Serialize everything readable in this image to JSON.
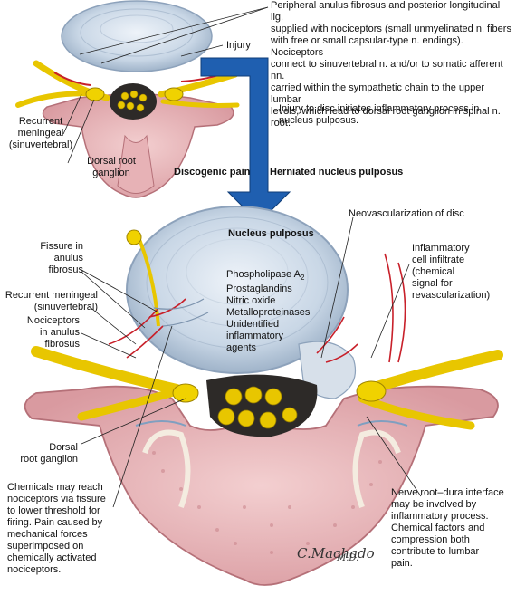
{
  "colors": {
    "disc": "#c9d7e6",
    "disc_ring": "#9fb3c9",
    "nerve": "#e8c600",
    "nerve_dark": "#b89a00",
    "bone": "#e9b7b9",
    "bone_dark": "#c9838a",
    "cortex": "#f4ece0",
    "vessel": "#c8202a",
    "arrow": "#1f5fb0",
    "dura": "#2d2a28"
  },
  "labels": {
    "peripheral_anulus": "Peripheral anulus fibrosus and posterior longitudinal lig.\nsupplied with nociceptors (small unmyelinated n. fibers\nwith free or small capsular-type n. endings). Nociceptors\nconnect to sinuvertebral n. and/or to somatic afferent nn.\ncarried within the sympathetic chain to the upper lumbar\nlevels, which lead to dorsal root ganglion in spinal n. root.",
    "injury": "Injury",
    "injury_inflammatory": "Injury to disc initiates inflammatory process in\nnucleus pulposus.",
    "recurrent_meningeal_top": "Recurrent\nmeningeal\n(sinuvertebral)",
    "dorsal_root_top": "Dorsal root\nganglion",
    "discogenic_pain": "Discogenic pain",
    "herniated_np": "Herniated nucleus pulposus",
    "nucleus_pulposus": "Nucleus pulposus",
    "neovascularization": "Neovascularization of disc",
    "inflammatory_infiltrate": "Inflammatory\ncell infiltrate\n(chemical\nsignal for\nrevascularization)",
    "fissure": "Fissure in\nanulus\nfibrosus",
    "recurrent_meningeal_bottom": "Recurrent meningeal\n(sinuvertebral)",
    "nociceptors": "Nociceptors\nin anulus\nfibrosus",
    "mediator_title": "Phospholipase A",
    "mediator_sub": "2",
    "mediators": "Prostaglandins\nNitric oxide\nMetalloproteinases\nUnidentified\ninflammatory\nagents",
    "dorsal_root_bottom": "Dorsal\nroot ganglion",
    "chemicals": "Chemicals may reach\nnociceptors via fissure\nto lower threshold for\nfiring. Pain caused by\nmechanical forces\nsuperimposed on\nchemically activated\nnociceptors.",
    "nerve_root_dura": "Nerve root–dura interface\nmay be involved by\ninflammatory process.\nChemical factors and\ncompression both\ncontribute to lumbar\npain.",
    "signature": "C.Machado",
    "signature_md": "M.D."
  }
}
